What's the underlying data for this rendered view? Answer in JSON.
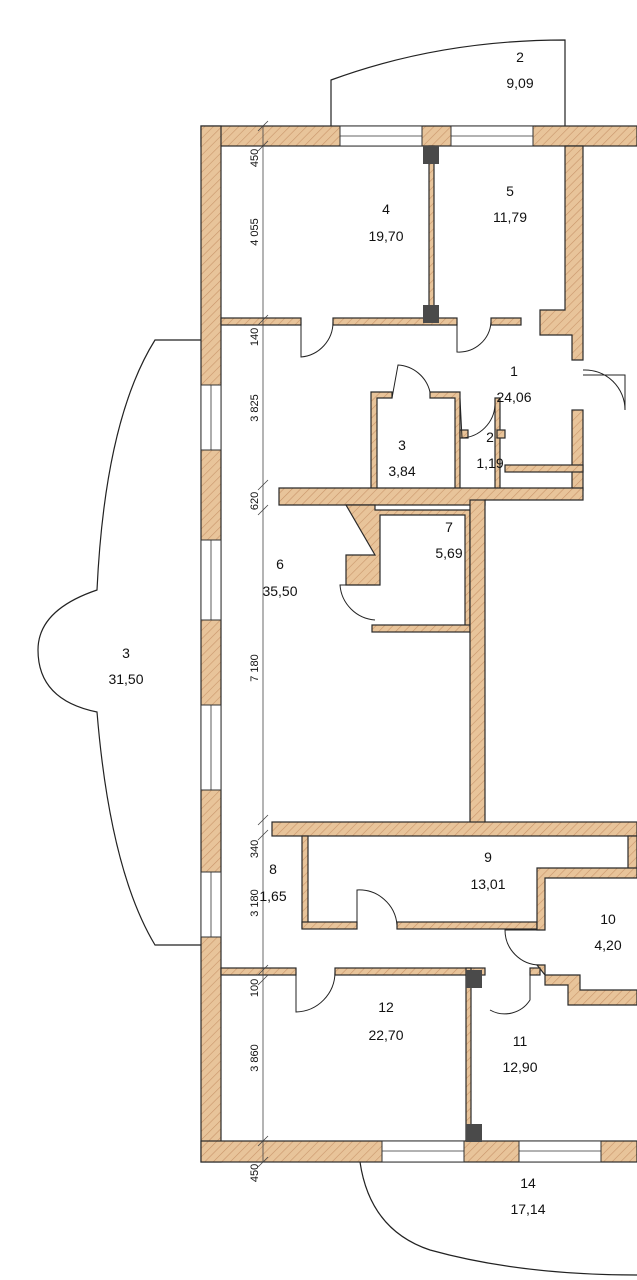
{
  "colors": {
    "wall_fill": "#e8c49a",
    "wall_hatch": "#c9956a",
    "column": "#4a4a4a",
    "line": "#222222"
  },
  "rooms": [
    {
      "id": "r1",
      "number": "1",
      "area": "24,06"
    },
    {
      "id": "r2",
      "number": "2",
      "area": "1,19"
    },
    {
      "id": "r3",
      "number": "3",
      "area": "3,84"
    },
    {
      "id": "r4",
      "number": "4",
      "area": "19,70"
    },
    {
      "id": "r5",
      "number": "5",
      "area": "11,79"
    },
    {
      "id": "r6",
      "number": "6",
      "area": "35,50"
    },
    {
      "id": "r7",
      "number": "7",
      "area": "5,69"
    },
    {
      "id": "r8",
      "number": "8",
      "area": "1,65"
    },
    {
      "id": "r9",
      "number": "9",
      "area": "13,01"
    },
    {
      "id": "r10",
      "number": "10",
      "area": "4,20"
    },
    {
      "id": "r11",
      "number": "11",
      "area": "12,90"
    },
    {
      "id": "r12",
      "number": "12",
      "area": "22,70"
    }
  ],
  "balconies": [
    {
      "id": "b2",
      "number": "2",
      "area": "9,09"
    },
    {
      "id": "b3",
      "number": "3",
      "area": "31,50"
    },
    {
      "id": "b14",
      "number": "14",
      "area": "17,14"
    }
  ],
  "dimensions": [
    "450",
    "4 055",
    "140",
    "3 825",
    "620",
    "7 180",
    "340",
    "3 180",
    "100",
    "3 860",
    "450"
  ]
}
